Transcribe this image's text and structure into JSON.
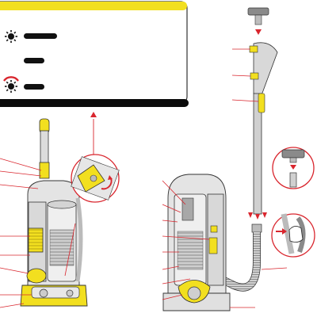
{
  "colors": {
    "accent_yellow": "#f2df1f",
    "callout_red": "#d9262e",
    "outline": "#333333",
    "body_grey": "#d9d9d9",
    "body_dark": "#9a9a9a",
    "panel_black": "#0b0b0b"
  },
  "legend_panel": {
    "items": [
      {
        "icon": "sun-icon",
        "label": ""
      },
      {
        "icon": "none",
        "label": ""
      },
      {
        "icon": "sun-with-red-arc-icon",
        "label": ""
      }
    ]
  },
  "diagram": {
    "left_unit": {
      "name": "upright-vacuum-cleaner",
      "callouts": 9
    },
    "right_unit": {
      "name": "vacuum-with-extended-wand-and-hose",
      "callouts": 13
    },
    "detail_circles": [
      {
        "subject": "handle-release-catch"
      },
      {
        "subject": "brush-tool-attaching-to-wand"
      },
      {
        "subject": "hand-pressing-hose-release"
      }
    ]
  }
}
